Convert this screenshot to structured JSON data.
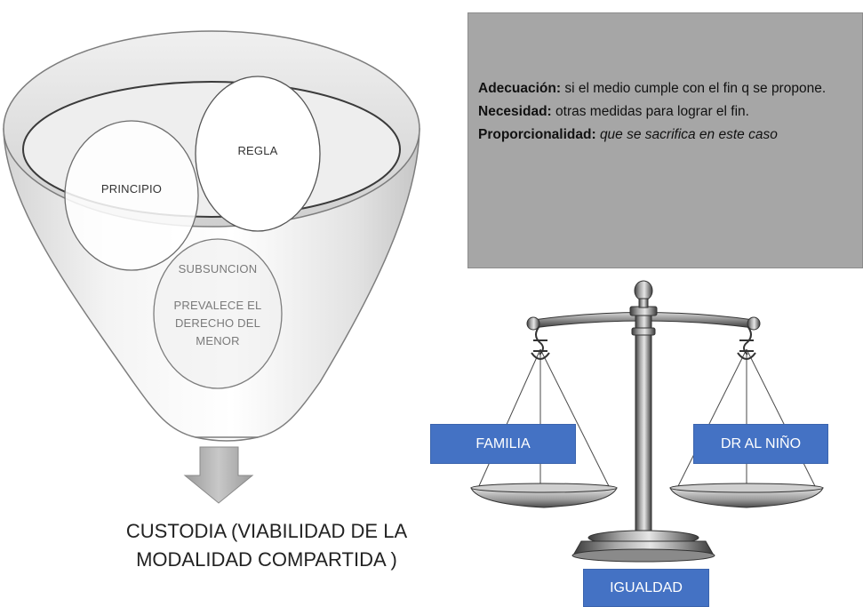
{
  "funnel": {
    "principle_label": "PRINCIPIO",
    "rule_label": "REGLA",
    "subsumption_label": "SUBSUNCION",
    "prevails_label": "PREVALECE EL DERECHO DEL MENOR",
    "prevails_lines": [
      "PREVALECE EL",
      "DERECHO DEL",
      "MENOR"
    ]
  },
  "caption": {
    "line1": "CUSTODIA (VIABILIDAD DE LA",
    "line2": "MODALIDAD COMPARTIDA )"
  },
  "info_box": {
    "adequacy_term": "Adecuación:",
    "adequacy_text": "si el medio cumple con el fin q se propone.",
    "necessity_term": "Necesidad:",
    "necessity_text": "otras medidas para lograr el fin.",
    "proportionality_term": "Proporcionalidad:",
    "proportionality_text": "que se sacrifica en este caso"
  },
  "scale": {
    "left_label": "FAMILIA",
    "right_label": "DR AL NIÑO",
    "base_label": "IGUALDAD"
  },
  "colors": {
    "blue_label": "#4472c4",
    "info_box": "#a6a6a6",
    "arrow": "#a9a9a9"
  }
}
